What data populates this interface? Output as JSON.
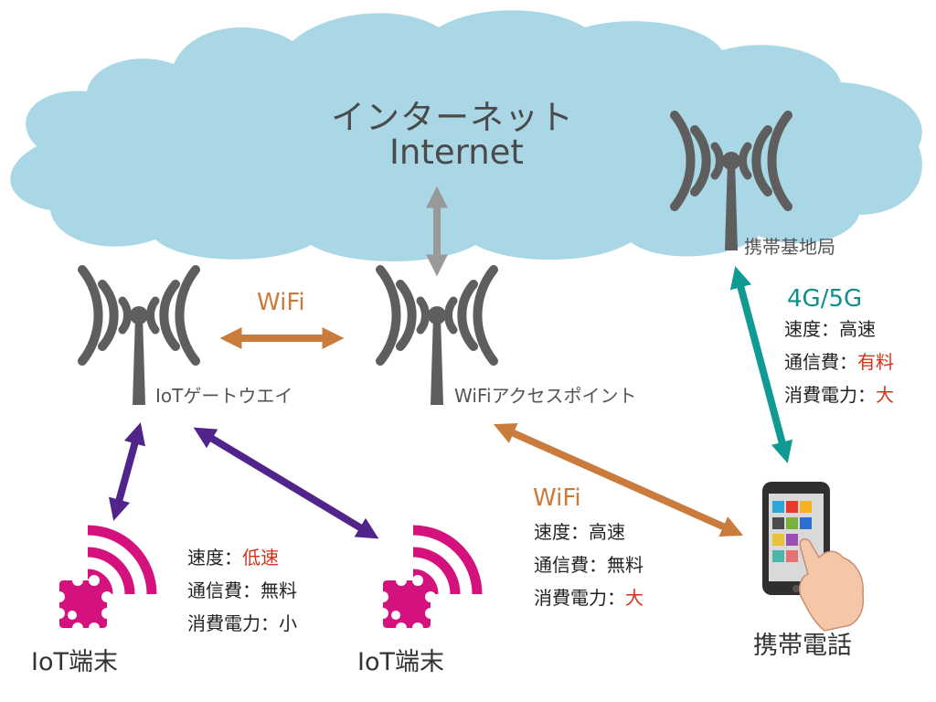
{
  "cloud": {
    "line1": "インターネット",
    "line2": "Internet"
  },
  "labels": {
    "base_station": "携帯基地局",
    "gateway": "IoTゲートウエイ",
    "wifi_ap": "WiFiアクセスポイント",
    "device1": "IoT端末",
    "device2": "IoT端末",
    "phone": "携帯電話",
    "wifi_link1": "WiFi",
    "wifi_link2": "WiFi",
    "cell_link": "4G/5G"
  },
  "cell_info": [
    {
      "key": "速度：",
      "val": "高速"
    },
    {
      "key": "通信費：",
      "val": "有料"
    },
    {
      "key": "消費電力：",
      "val": "大"
    }
  ],
  "wifi_info": [
    {
      "key": "速度：",
      "val": "高速"
    },
    {
      "key": "通信費：",
      "val": "無料"
    },
    {
      "key": "消費電力：",
      "val": "大"
    }
  ],
  "iot_info": [
    {
      "key": "速度：",
      "val": "低速"
    },
    {
      "key": "通信費：",
      "val": "無料"
    },
    {
      "key": "消費電力：",
      "val": "小"
    }
  ],
  "colors": {
    "cloud": "#a9d7e6",
    "antenna": "#5e5e5e",
    "orange_arrow": "#c97c3c",
    "teal_arrow": "#0f9b93",
    "purple_arrow": "#51248c",
    "gray_arrow": "#999999",
    "iot_magenta": "#d5117e",
    "highlight_red": "#d63018"
  }
}
